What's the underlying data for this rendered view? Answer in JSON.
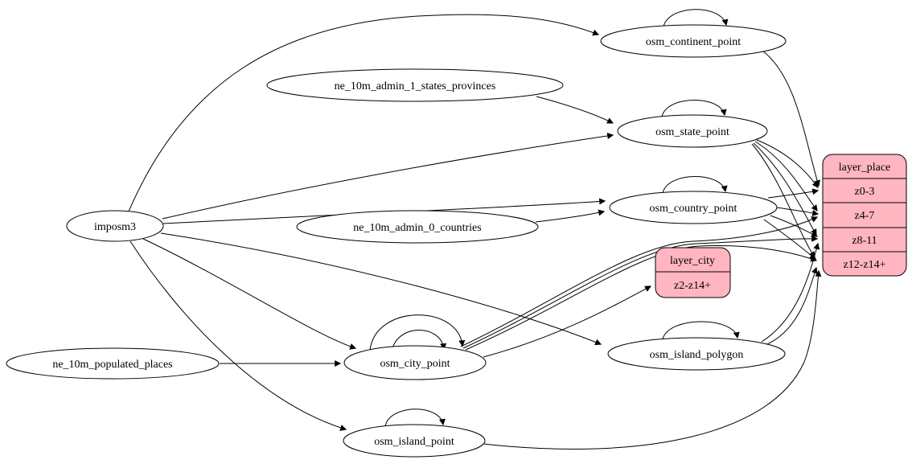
{
  "diagram": {
    "type": "etl-dependency-graph",
    "background_color": "#ffffff",
    "node_fill_color": "#ffffff",
    "record_fill_color": "#ffb6c1",
    "line_color": "#000000",
    "nodes": {
      "imposm3": {
        "label": "imposm3"
      },
      "ne_10m_admin_1_states_provinces": {
        "label": "ne_10m_admin_1_states_provinces"
      },
      "ne_10m_admin_0_countries": {
        "label": "ne_10m_admin_0_countries"
      },
      "ne_10m_populated_places": {
        "label": "ne_10m_populated_places"
      },
      "osm_continent_point": {
        "label": "osm_continent_point"
      },
      "osm_state_point": {
        "label": "osm_state_point"
      },
      "osm_country_point": {
        "label": "osm_country_point"
      },
      "osm_city_point": {
        "label": "osm_city_point"
      },
      "osm_island_polygon": {
        "label": "osm_island_polygon"
      },
      "osm_island_point": {
        "label": "osm_island_point"
      }
    },
    "records": {
      "layer_city": {
        "title": "layer_city",
        "rows": [
          "z2-z14+"
        ]
      },
      "layer_place": {
        "title": "layer_place",
        "rows": [
          "z0-3",
          "z4-7",
          "z8-11",
          "z12-z14+"
        ]
      }
    },
    "edges": [
      {
        "from": "imposm3",
        "to": "osm_continent_point",
        "kind": "flow"
      },
      {
        "from": "imposm3",
        "to": "osm_state_point",
        "kind": "flow"
      },
      {
        "from": "imposm3",
        "to": "osm_country_point",
        "kind": "flow"
      },
      {
        "from": "imposm3",
        "to": "osm_city_point",
        "kind": "flow"
      },
      {
        "from": "imposm3",
        "to": "osm_island_point",
        "kind": "flow"
      },
      {
        "from": "imposm3",
        "to": "osm_island_polygon",
        "kind": "flow"
      },
      {
        "from": "ne_10m_admin_1_states_provinces",
        "to": "osm_state_point",
        "kind": "flow"
      },
      {
        "from": "ne_10m_admin_0_countries",
        "to": "osm_country_point",
        "kind": "flow"
      },
      {
        "from": "ne_10m_populated_places",
        "to": "osm_city_point",
        "kind": "flow"
      },
      {
        "from": "osm_continent_point",
        "to": "osm_continent_point",
        "kind": "self"
      },
      {
        "from": "osm_state_point",
        "to": "osm_state_point",
        "kind": "self"
      },
      {
        "from": "osm_country_point",
        "to": "osm_country_point",
        "kind": "self"
      },
      {
        "from": "osm_city_point",
        "to": "osm_city_point",
        "kind": "self"
      },
      {
        "from": "osm_city_point",
        "to": "osm_city_point",
        "kind": "self"
      },
      {
        "from": "osm_island_polygon",
        "to": "osm_island_polygon",
        "kind": "self"
      },
      {
        "from": "osm_island_point",
        "to": "osm_island_point",
        "kind": "self"
      },
      {
        "from": "osm_continent_point",
        "to": "layer_place",
        "port": "z0-3",
        "kind": "flow"
      },
      {
        "from": "osm_state_point",
        "to": "layer_place",
        "port": "z0-3",
        "kind": "flow"
      },
      {
        "from": "osm_state_point",
        "to": "layer_place",
        "port": "z4-7",
        "kind": "flow"
      },
      {
        "from": "osm_state_point",
        "to": "layer_place",
        "port": "z8-11",
        "kind": "flow"
      },
      {
        "from": "osm_state_point",
        "to": "layer_place",
        "port": "z12-z14+",
        "kind": "flow"
      },
      {
        "from": "osm_country_point",
        "to": "layer_place",
        "port": "z0-3",
        "kind": "flow"
      },
      {
        "from": "osm_country_point",
        "to": "layer_place",
        "port": "z4-7",
        "kind": "flow"
      },
      {
        "from": "osm_country_point",
        "to": "layer_place",
        "port": "z8-11",
        "kind": "flow"
      },
      {
        "from": "osm_country_point",
        "to": "layer_place",
        "port": "z12-z14+",
        "kind": "flow"
      },
      {
        "from": "osm_city_point",
        "to": "layer_city",
        "port": "z2-z14+",
        "kind": "flow"
      },
      {
        "from": "osm_city_point",
        "to": "layer_place",
        "port": "z4-7",
        "kind": "flow"
      },
      {
        "from": "osm_city_point",
        "to": "layer_place",
        "port": "z8-11",
        "kind": "flow"
      },
      {
        "from": "osm_city_point",
        "to": "layer_place",
        "port": "z12-z14+",
        "kind": "flow"
      },
      {
        "from": "osm_island_polygon",
        "to": "layer_place",
        "port": "z8-11",
        "kind": "flow"
      },
      {
        "from": "osm_island_polygon",
        "to": "layer_place",
        "port": "z12-z14+",
        "kind": "flow"
      },
      {
        "from": "osm_island_point",
        "to": "layer_place",
        "port": "z12-z14+",
        "kind": "flow"
      }
    ]
  }
}
